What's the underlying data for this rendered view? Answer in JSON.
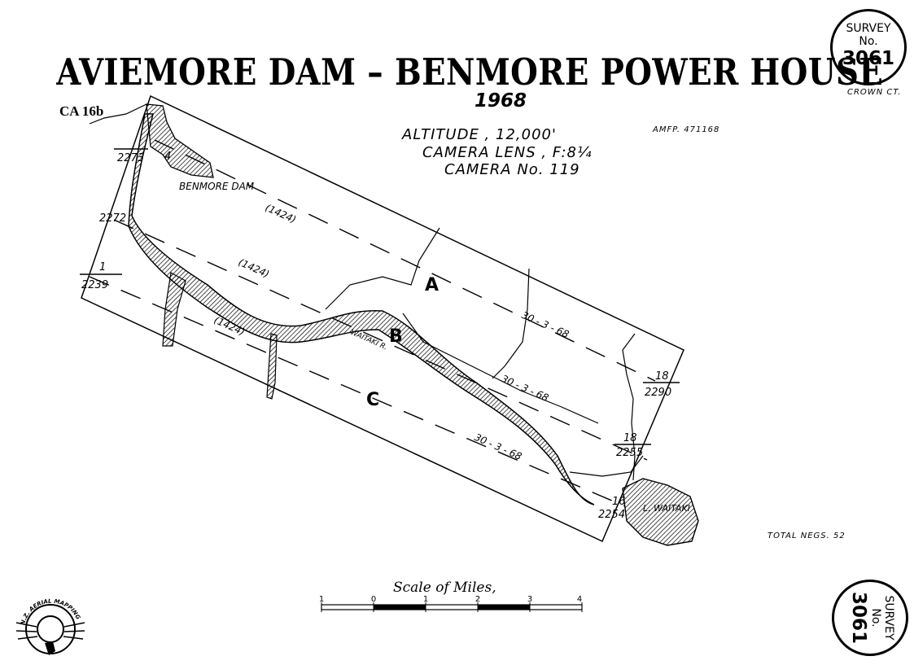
{
  "title": "AVIEMORE DAM – BENMORE POWER HOUSE",
  "year": "1968",
  "ref_code": "CA 16b",
  "altitude": "ALTITUDE , 12,000'",
  "lens": "CAMERA LENS , F:8¼",
  "camera": "CAMERA No. 119",
  "amfp": "AMFP. 471168",
  "crown": "CROWN CT.",
  "total_negs": "TOTAL NEGS. 52",
  "survey_badge": {
    "line1": "SURVEY",
    "line2": "No.",
    "number": "3061"
  },
  "logo_text": "N.Z. AERIAL MAPPING LTD.",
  "scale": {
    "title": "Scale of Miles,",
    "ticks": [
      "1",
      "0",
      "1",
      "2",
      "3",
      "4"
    ]
  },
  "places": {
    "benmore_dam": "BENMORE DAM",
    "waitaki_river": "WAITAKI R.",
    "lake_waitaki": "L. WAITAKI"
  },
  "runs": {
    "a": "A",
    "b": "B",
    "c": "C"
  },
  "run_labels": {
    "alt_a": "(1424)",
    "alt_b": "(1424)",
    "alt_c": "(1424)",
    "date_a": "30 - 3 - 68",
    "date_b": "30 - 3 - 68",
    "date_c": "30 - 3 - 68"
  },
  "frames": {
    "tl_num": "2273",
    "tl_run": "4",
    "ml_num": "2272",
    "bl_run": "1",
    "bl_num": "2239",
    "r1_run": "18",
    "r1_num": "2290",
    "r2_run": "18",
    "r2_num": "2255",
    "r3_run": "16",
    "r3_num": "2254"
  }
}
